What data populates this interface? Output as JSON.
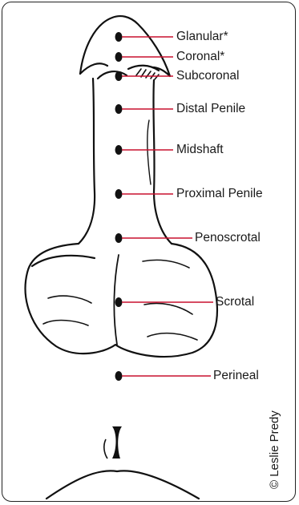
{
  "figure": {
    "line_color": "#c8102e",
    "labels": {
      "glanular": "Glanular*",
      "coronal": "Coronal*",
      "subcoronal": "Subcoronal",
      "distal_penile": "Distal Penile",
      "midshaft": "Midshaft",
      "proximal_penile": "Proximal Penile",
      "penoscrotal": "Penoscrotal",
      "scrotal": "Scrotal",
      "perineal": "Perineal"
    },
    "credit": "© Leslie Predy"
  }
}
